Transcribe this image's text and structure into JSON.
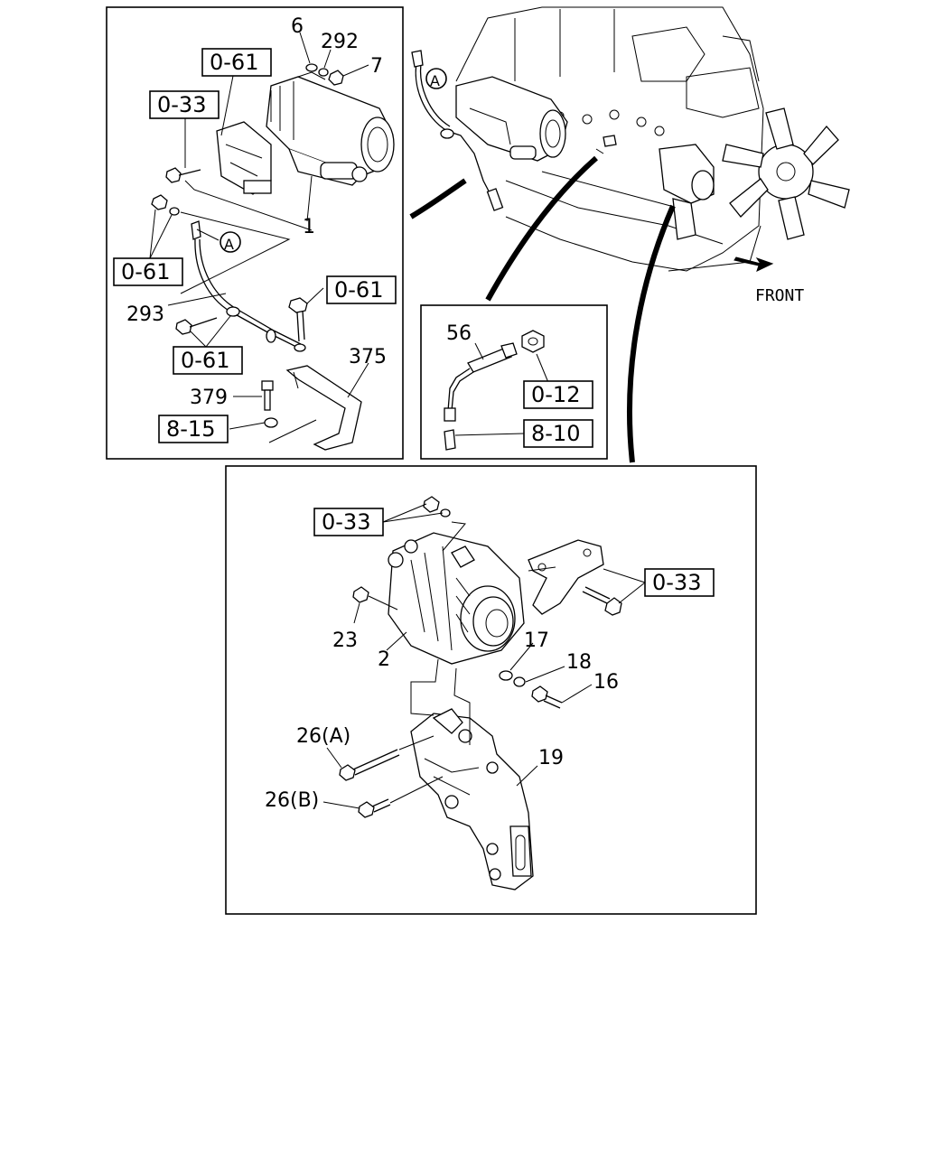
{
  "labels": {
    "starter_callouts": {
      "c6": "6",
      "c292": "292",
      "c7": "7",
      "c1": "1",
      "c293": "293",
      "c375": "375",
      "c379": "379",
      "box_061_a": "0-61",
      "box_033_a": "0-33",
      "box_061_b": "0-61",
      "box_061_c": "0-61",
      "box_061_d": "0-61",
      "box_815": "8-15",
      "circle_a_1": "A"
    },
    "engine_callouts": {
      "circle_a_2": "A",
      "front": "FRONT"
    },
    "sensor_callouts": {
      "c56": "56",
      "box_012": "0-12",
      "box_810": "8-10"
    },
    "alternator_callouts": {
      "box_033_b": "0-33",
      "box_033_c": "0-33",
      "c23": "23",
      "c2": "2",
      "c17": "17",
      "c18": "18",
      "c16": "16",
      "c19": "19",
      "c26a": "26(A)",
      "c26b": "26(B)"
    }
  }
}
